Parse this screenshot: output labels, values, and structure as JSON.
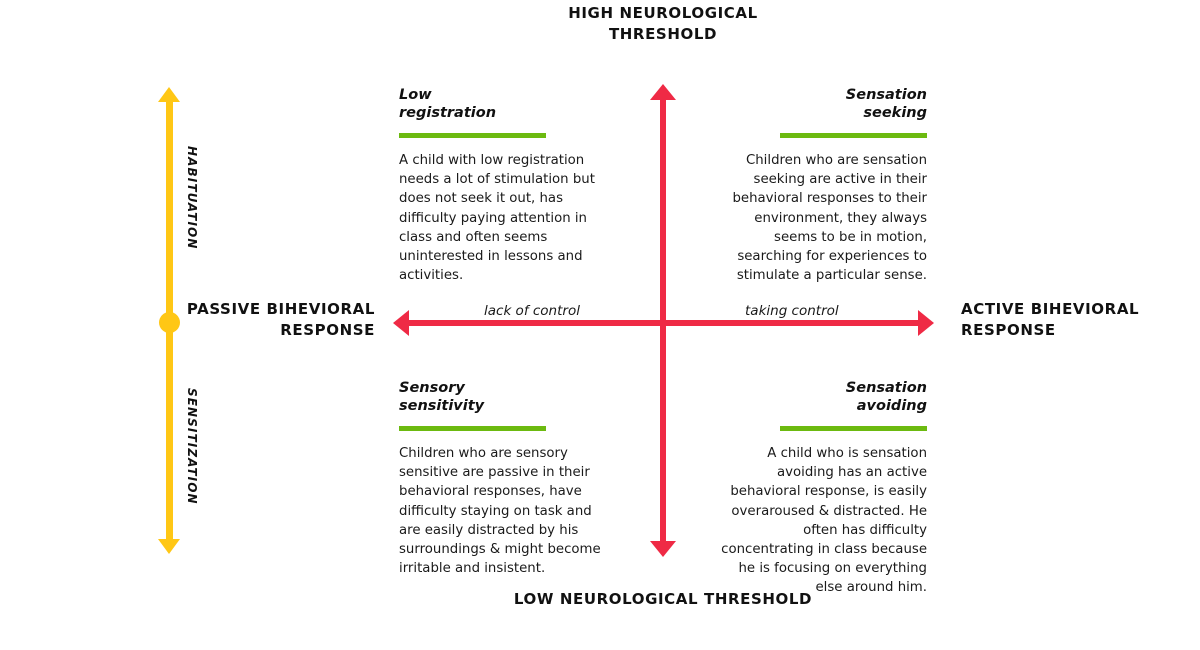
{
  "axes": {
    "vertical_top_label": "HIGH\nNEUROLOGICAL\nTHRESHOLD",
    "vertical_bottom_label": "LOW\nNEUROLOGICAL\nTHRESHOLD",
    "horizontal_left_label": "PASSIVE\nBIHEVIORAL\nRESPONSE",
    "horizontal_right_label": "ACTIVE\nBIHEVIORAL\nRESPONSE",
    "note_left": "lack of control",
    "note_right": "taking control",
    "axis_color": "#ef2a45"
  },
  "side_axis": {
    "upper_label": "HABITUATION",
    "lower_label": "SENSITIZATION",
    "color": "#ffc715"
  },
  "quadrants": [
    {
      "id": "low-registration",
      "title": "Low\nregistration",
      "body": "A child with low registration needs a lot of stimulation but does not seek it out, has difficulty paying attention in class and often seems uninterested in lessons and activities.",
      "rule_color": "#6cba10"
    },
    {
      "id": "sensation-seeking",
      "title": "Sensation\nseeking",
      "body": "Children who are sensation seeking are active in their behavioral responses to their environment, they always seems to be in motion, searching for experiences to stimulate a particular sense.",
      "rule_color": "#6cba10"
    },
    {
      "id": "sensory-sensitivity",
      "title": "Sensory\nsensitivity",
      "body": "Children who are sensory sensitive are passive in their behavioral responses, have difficulty staying on task and are easily distracted by his surroundings & might become irritable and insistent.",
      "rule_color": "#6cba10"
    },
    {
      "id": "sensation-avoiding",
      "title": "Sensation\navoiding",
      "body": "A child who is sensation avoiding has an active behavioral response, is easily overaroused & distracted. He often has difficulty concentrating in class because he is focusing on everything else around him.",
      "rule_color": "#6cba10"
    }
  ]
}
